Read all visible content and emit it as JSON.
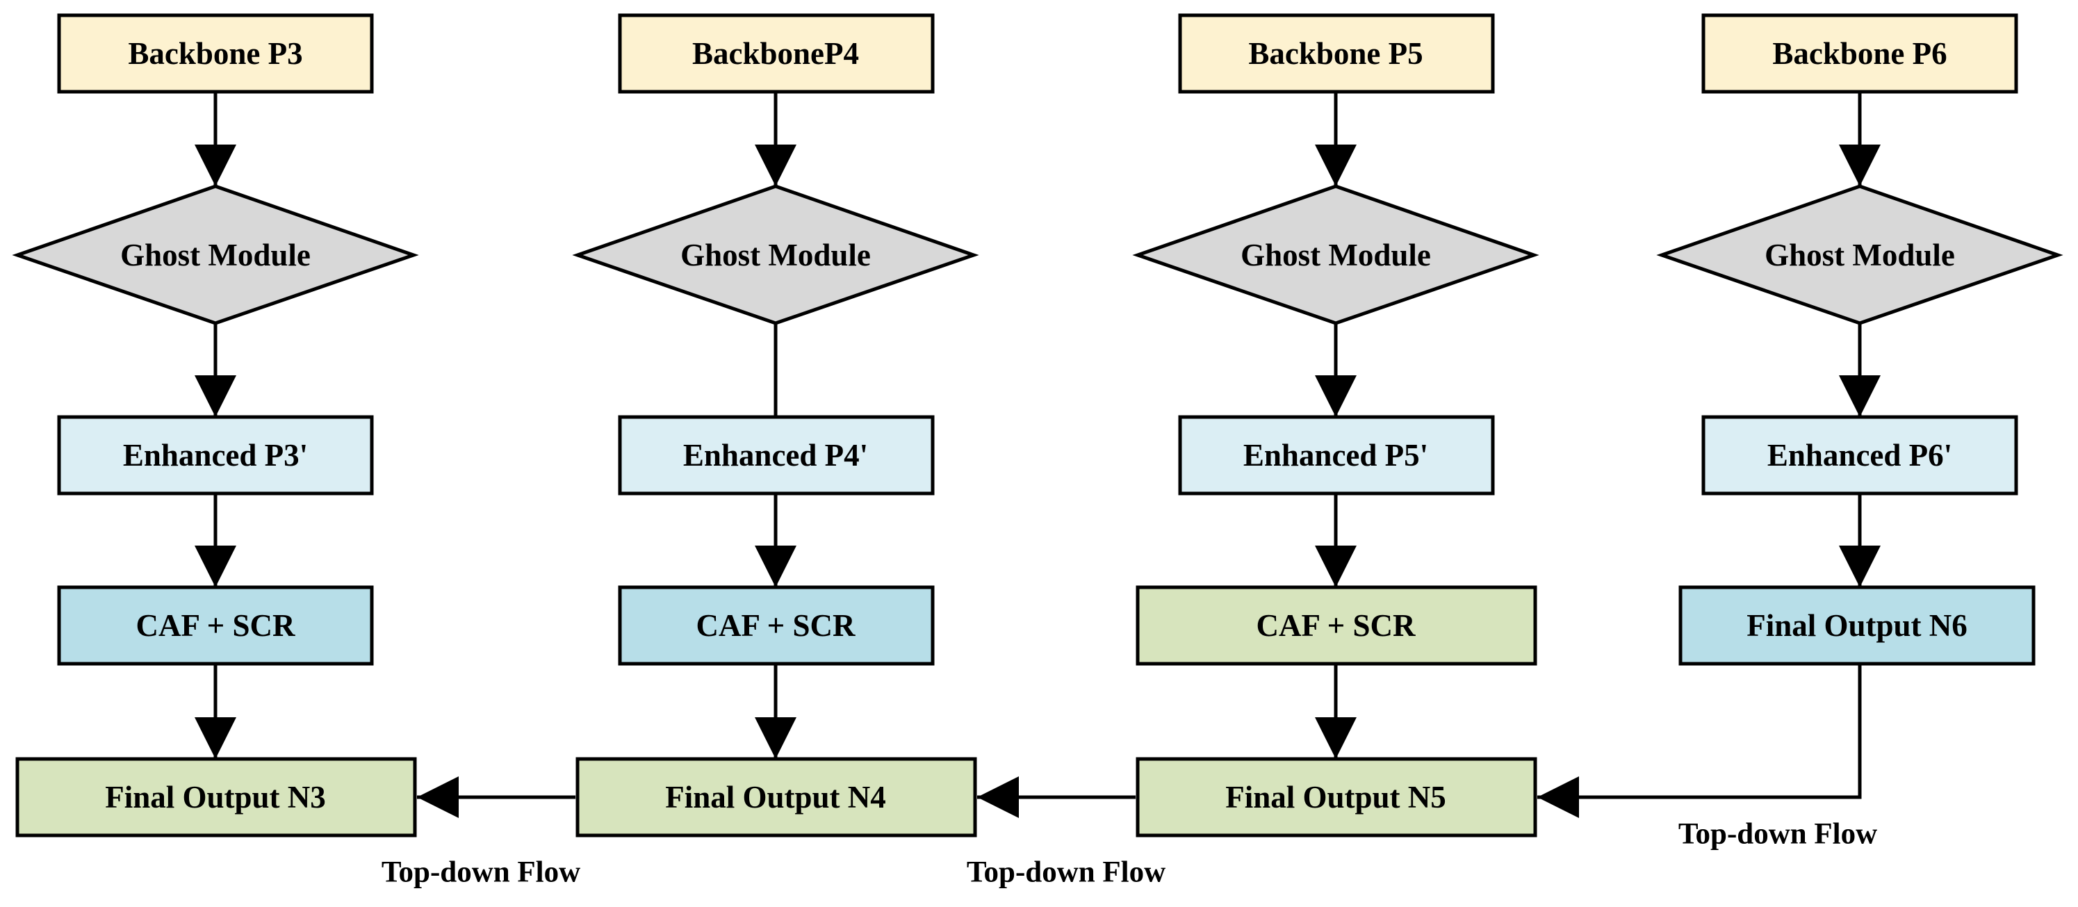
{
  "colors": {
    "backbone": "#fdf2d0",
    "ghost": "#d8d8d8",
    "enhanced": "#dbeef4",
    "caf": "#b7dee8",
    "final_green": "#d7e4bd",
    "final_blue": "#b7dee8",
    "stroke": "#000000"
  },
  "columns": [
    {
      "backbone": "Backbone P3",
      "ghost": "Ghost Module",
      "enhanced": "Enhanced P3'",
      "caf": "CAF + SCR",
      "final": "Final Output N3"
    },
    {
      "backbone": "BackboneP4",
      "ghost": "Ghost Module",
      "enhanced": "Enhanced P4'",
      "caf": "CAF + SCR",
      "final": "Final Output N4"
    },
    {
      "backbone": "Backbone P5",
      "ghost": "Ghost Module",
      "enhanced": "Enhanced P5'",
      "caf": "CAF + SCR",
      "final": "Final Output N5"
    },
    {
      "backbone": "Backbone P6",
      "ghost": "Ghost Module",
      "enhanced": "Enhanced P6'",
      "final": "Final Output N6"
    }
  ],
  "flows": [
    {
      "label": "Top-down Flow"
    },
    {
      "label": "Top-down Flow"
    },
    {
      "label": "Top-down Flow"
    }
  ]
}
